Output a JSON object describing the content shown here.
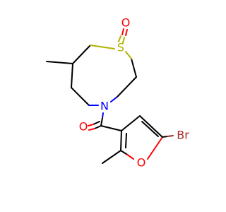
{
  "atoms": {
    "sulfur": {
      "label": "S",
      "color": "#b2b200"
    },
    "sulfoxide_oxygen": {
      "label": "O",
      "color": "#ff0000"
    },
    "ring_nitrogen": {
      "label": "N",
      "color": "#0000ff"
    },
    "carbonyl_oxygen": {
      "label": "O",
      "color": "#ff0000"
    },
    "furan_oxygen": {
      "label": "O",
      "color": "#ff0000"
    },
    "bromine": {
      "label": "Br",
      "color": "#a52a2a"
    }
  }
}
